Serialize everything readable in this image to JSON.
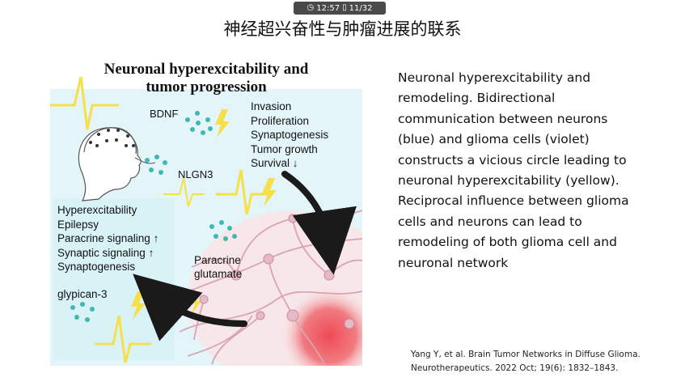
{
  "status_bar": {
    "time": "12:57",
    "page_counter": "11/32",
    "clock_icon": "clock-icon",
    "page_icon": "page-icon"
  },
  "slide": {
    "title": "神经超兴奋性与肿瘤进展的联系",
    "figure": {
      "title_line1": "Neuronal hyperexcitability and",
      "title_line2": "tumor progression",
      "bdnf": "BDNF",
      "nlgn3": "NLGN3",
      "top_right_list": [
        "Invasion",
        "Proliferation",
        "Synaptogenesis",
        "Tumor growth",
        "Survival ↓"
      ],
      "left_list": [
        "Hyperexcitability",
        "Epilepsy",
        "Paracrine signaling ↑",
        "Synaptic signaling ↑",
        "Synaptogenesis"
      ],
      "paracrine_line1": "Paracrine",
      "paracrine_line2": "glutamate",
      "glypican": "glypican-3"
    },
    "description": "Neuronal hyperexcitability and remodeling. Bidirectional communication between neurons (blue) and glioma cells (violet) constructs a vicious circle leading to neuronal hyperexcitability (yellow). Reciprocal influence between glioma cells and neurons can lead to remodeling of both glioma cell and neuronal network",
    "citation_line1": "Yang Y, et al. Brain Tumor Networks in Diffuse Glioma.",
    "citation_line2": "Neurotherapeutics.  2022 Oct; 19(6): 1832–1843."
  },
  "colors": {
    "spike_yellow": "#f5e04a",
    "molecule_teal": "#3fb7b2",
    "neuron_pink": "#d9a3b4",
    "tumor_red": "#ef4b55",
    "background_cyan": "#e3f5f8",
    "status_pill": "#4a4a4a"
  }
}
